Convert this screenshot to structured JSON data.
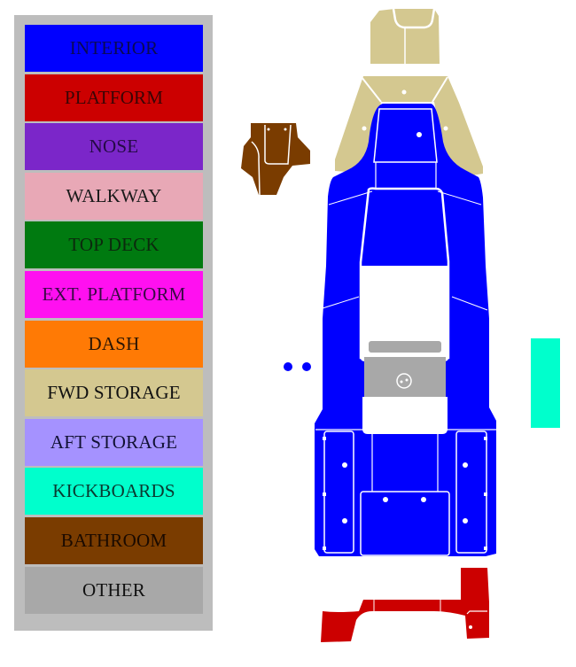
{
  "legend": {
    "items": [
      {
        "label": "INTERIOR",
        "color": "#0000ff",
        "text_color": "#0a0a55"
      },
      {
        "label": "PLATFORM",
        "color": "#cc0000",
        "text_color": "#3a0505"
      },
      {
        "label": "NOSE",
        "color": "#7b26c9",
        "text_color": "#240a45"
      },
      {
        "label": "WALKWAY",
        "color": "#e8a8b6",
        "text_color": "#1a1a1a"
      },
      {
        "label": "TOP DECK",
        "color": "#007a10",
        "text_color": "#0b2a0d"
      },
      {
        "label": "EXT. PLATFORM",
        "color": "#ff10f0",
        "text_color": "#3a0a45"
      },
      {
        "label": "DASH",
        "color": "#ff7a05",
        "text_color": "#2a1505"
      },
      {
        "label": "FWD STORAGE",
        "color": "#d4c890",
        "text_color": "#111111"
      },
      {
        "label": "AFT STORAGE",
        "color": "#a592ff",
        "text_color": "#111133"
      },
      {
        "label": "KICKBOARDS",
        "color": "#00ffcc",
        "text_color": "#0a3a30"
      },
      {
        "label": "BATHROOM",
        "color": "#7a3c00",
        "text_color": "#1a0a00"
      },
      {
        "label": "OTHER",
        "color": "#a8a8a8",
        "text_color": "#111111"
      }
    ]
  },
  "diagram": {
    "colors": {
      "interior": "#0000ff",
      "platform": "#cc0000",
      "fwd_storage": "#d4c890",
      "kickboards": "#00ffcc",
      "bathroom": "#7a3c00",
      "other": "#a8a8a8",
      "gap": "#ffffff"
    }
  }
}
